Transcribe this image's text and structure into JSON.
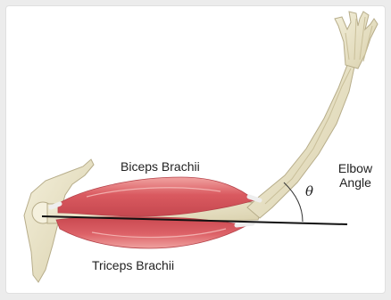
{
  "labels": {
    "biceps": "Biceps Brachii",
    "triceps": "Triceps Brachii",
    "elbow_line1": "Elbow",
    "elbow_line2": "Angle",
    "angle_symbol": "θ"
  },
  "colors": {
    "muscle": "#d9575c",
    "muscle_light": "#f0a7a4",
    "tendon": "#eeeeee",
    "bone": "#e8e2c4",
    "bone_outline": "#b7ad8a",
    "reference_line": "#111111"
  }
}
